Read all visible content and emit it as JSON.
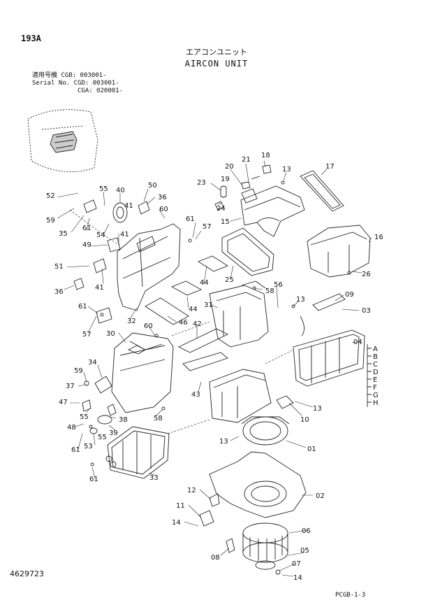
{
  "page_code": "193A",
  "title_jp": "エアコンユニット",
  "title_en": "AIRCON UNIT",
  "serial_rows": [
    {
      "label": "適用号機",
      "value": "CGB: 003001-"
    },
    {
      "label": "Serial No.",
      "value": "CGD: 003001-"
    },
    {
      "label": "",
      "value": "CGA: 020001-"
    }
  ],
  "doc_id": "4629723",
  "sheet_code": "PCGB-1-3",
  "part_labels": [
    "18",
    "21",
    "20",
    "13",
    "17",
    "23",
    "19",
    "24",
    "15",
    "16",
    "26",
    "52",
    "55",
    "40",
    "50",
    "36",
    "41",
    "60",
    "59",
    "35",
    "61",
    "54",
    "41",
    "49",
    "61",
    "57",
    "51",
    "36",
    "41",
    "44",
    "25",
    "58",
    "56",
    "13",
    "09",
    "03",
    "44",
    "31",
    "61",
    "32",
    "46",
    "42",
    "57",
    "60",
    "30",
    "04",
    "34",
    "59",
    "37",
    "47",
    "55",
    "38",
    "58",
    "43",
    "10",
    "13",
    "48",
    "53",
    "39",
    "55",
    "13",
    "01",
    "61",
    "33",
    "61",
    "12",
    "02",
    "11",
    "14",
    "06",
    "08",
    "05",
    "07",
    "14"
  ],
  "variant_letters": [
    "A",
    "B",
    "C",
    "D",
    "E",
    "F",
    "G",
    "H"
  ]
}
